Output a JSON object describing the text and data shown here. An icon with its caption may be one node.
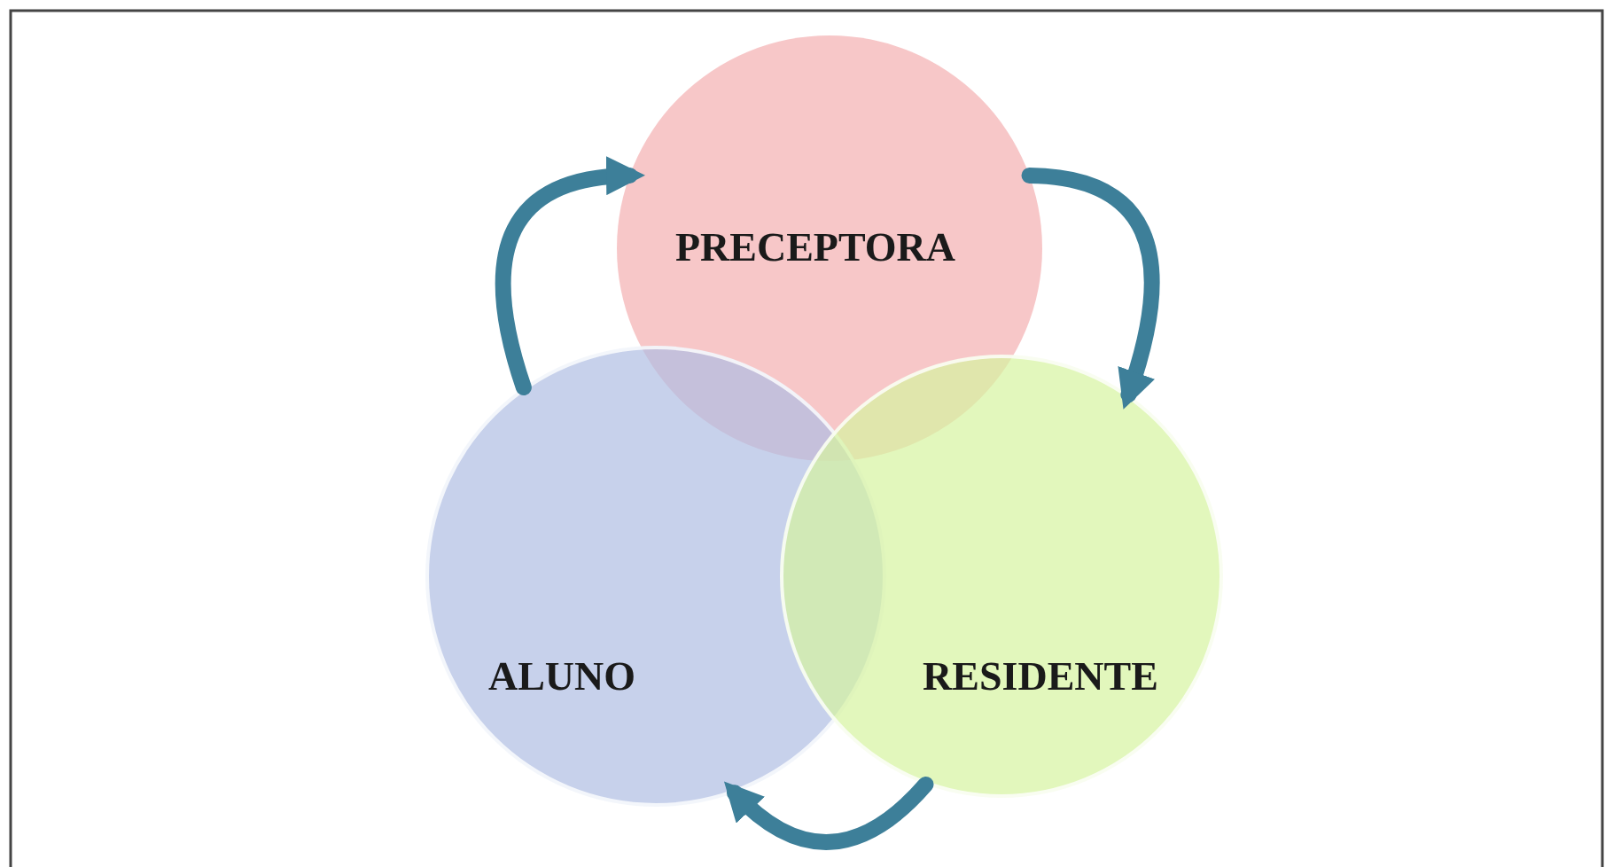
{
  "diagram": {
    "nodes": [
      {
        "text": [
          "PRECEPTORA"
        ]
      },
      {
        "text": [
          "ALUNO"
        ]
      },
      {
        "text": [
          "RESIDENTE"
        ]
      }
    ],
    "edges": [
      {
        "from": 1,
        "to": 0,
        "arrow": "to"
      },
      {
        "from": 0,
        "to": 2,
        "arrow": "to"
      },
      {
        "from": 2,
        "to": 1,
        "arrow": "to"
      }
    ]
  }
}
